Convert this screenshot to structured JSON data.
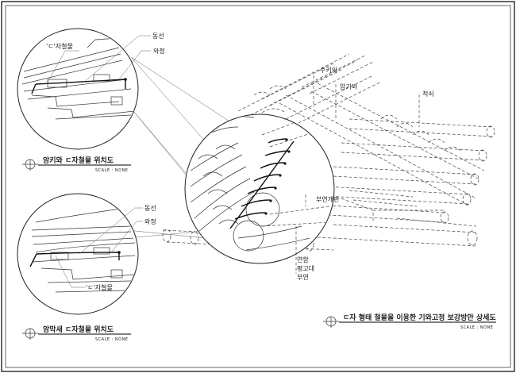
{
  "labels": {
    "dongseon_1": "동선",
    "wajeong_1": "와정",
    "dieut_1": "'ㄷ'자철물",
    "dongseon_2": "동선",
    "wajeong_2": "와정",
    "dieut_2": "'ㄷ'자철물",
    "sukiwa": "수키와",
    "amkiwa": "암기와",
    "jeokwae": "적쇠",
    "buyeon_gaepan": "부연개판",
    "yeonhap": "연함",
    "kwanggodae": "평고대",
    "buyeon": "부연"
  },
  "titles": {
    "left_top": "암키와 ㄷ자철물 위치도",
    "left_bottom": "암막새 ㄷ자철물 위치도",
    "main": "ㄷ자 형태 철물을 이용한 기와고정 보강방안 상세도"
  },
  "scale": {
    "left_top": "SCALE : NONE",
    "left_bottom": "SCALE : NONE",
    "main": "SCALE : NONE"
  }
}
